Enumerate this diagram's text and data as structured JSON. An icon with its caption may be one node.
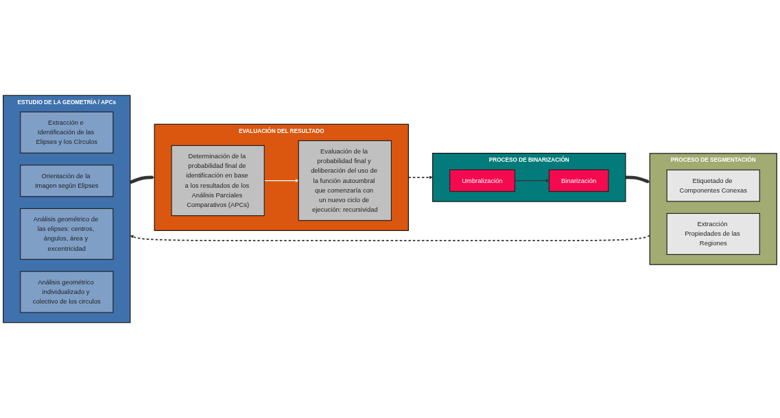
{
  "diagram": {
    "nodes": [
      {
        "text": [
          "PROCESO DE BINARIZACIÓN"
        ]
      },
      {
        "text": [
          "Umbralización"
        ],
        "in": 0
      },
      {
        "text": [
          "Binarización"
        ],
        "in": 0
      },
      {
        "text": [
          "PROCESO DE SEGMENTACIÓN"
        ]
      },
      {
        "text": [
          "Etiquetado de Componentes Conexas"
        ],
        "in": 3
      },
      {
        "text": [
          "Extracción Propiedades de las Regiones"
        ],
        "in": 3
      },
      {
        "text": [
          "EVALUACIÓN DEL RESULTADO"
        ]
      },
      {
        "text": [
          "Evaluación de la probabilidad final y deliberación del uso de la función autoumbral que comenzaría con un nuevo ciclo de ejecución: recursividad"
        ],
        "in": 6
      },
      {
        "text": [
          "Determinación de la probabilidad final de identificación en base a los resultados de los Análisis Parciales Comparativos (APCs)"
        ],
        "in": 6
      },
      {
        "text": [
          "ESTUDIO DE LA GEOMETRÍA / APCs"
        ]
      },
      {
        "text": [
          "Extracción e Identificación de las Elipses y los Círculos"
        ],
        "in": 9
      },
      {
        "text": [
          "Orientación de la Imagen según Elipses"
        ],
        "in": 9
      },
      {
        "text": [
          "Análisis geométrico de las elipses: centros, ángulos, área y excentricidad"
        ],
        "in": 9
      },
      {
        "text": [
          "Análisis geométrico individualizado y colectivo de los circulos"
        ],
        "in": 9
      }
    ],
    "edges": [
      {
        "from": 1,
        "to": 2,
        "arrow": "to"
      },
      {
        "from": 0,
        "to": 3,
        "arrow": "to",
        "style": "thick"
      },
      {
        "from": 3,
        "to": 9,
        "arrow": "to",
        "style": "dashed"
      },
      {
        "from": 9,
        "to": 6,
        "arrow": "to",
        "style": "thick"
      },
      {
        "from": 8,
        "to": 7,
        "arrow": "to",
        "color": "#ffffff"
      },
      {
        "from": 6,
        "to": 0,
        "arrow": "to",
        "style": "dashed"
      }
    ]
  }
}
